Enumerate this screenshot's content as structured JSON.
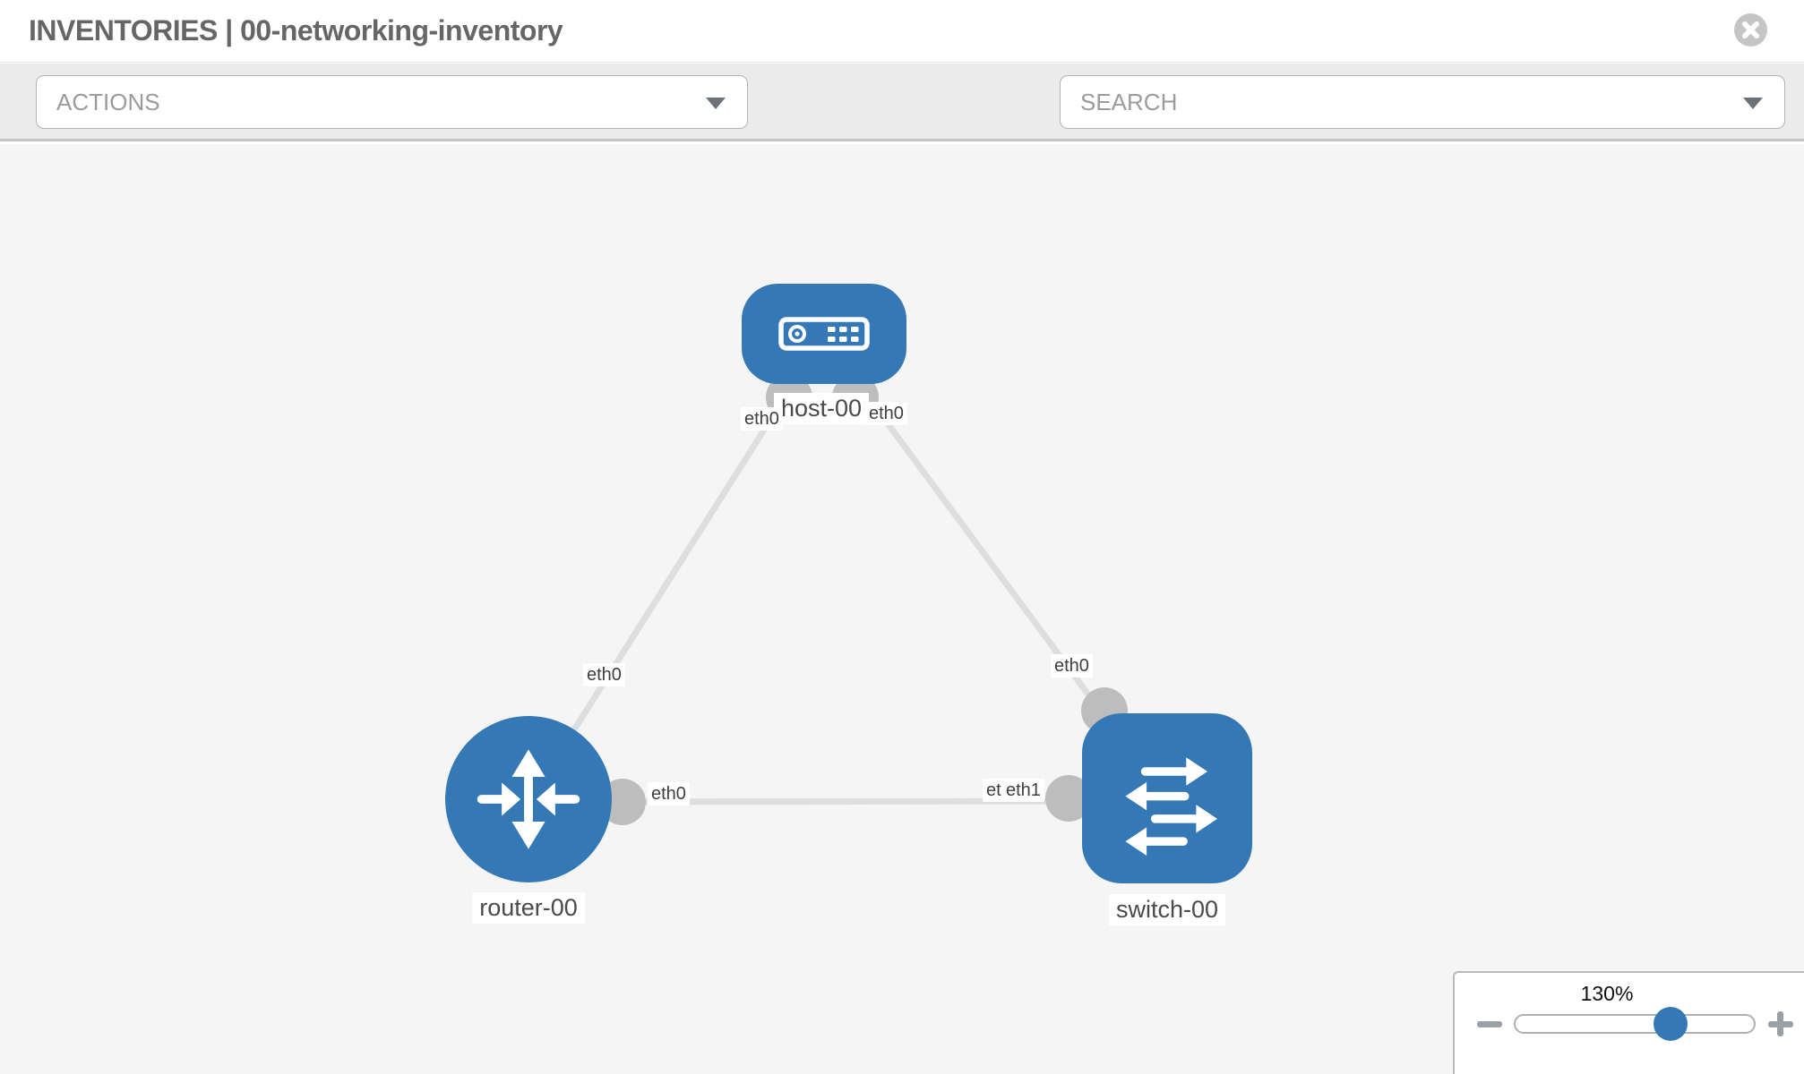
{
  "header": {
    "title": "INVENTORIES | 00-networking-inventory",
    "close_icon": "x-circle"
  },
  "toolbar": {
    "actions_label": "ACTIONS",
    "search_label": "SEARCH",
    "icons": [
      "wrench",
      "key"
    ]
  },
  "topology": {
    "nodes": [
      {
        "label": "host-00",
        "type": "host",
        "icon": "server-icon"
      },
      {
        "label": "router-00",
        "type": "router",
        "icon": "router-arrows-icon"
      },
      {
        "label": "switch-00",
        "type": "switch",
        "icon": "switch-arrows-icon"
      }
    ],
    "links": [
      {
        "from": "router-00",
        "to": "host-00",
        "from_port": "eth0",
        "to_port": "eth0"
      },
      {
        "from": "host-00",
        "to": "switch-00",
        "from_port": "eth0",
        "to_port": "eth0"
      },
      {
        "from": "router-00",
        "to": "switch-00",
        "from_port": "eth0",
        "to_port": "eth1"
      }
    ],
    "port_labels": [
      {
        "text": "eth0"
      },
      {
        "text": "eth0"
      },
      {
        "text": "eth0"
      },
      {
        "text": "eth0"
      },
      {
        "text": "eth0"
      },
      {
        "text": "eth0"
      },
      {
        "text": "eth1"
      }
    ]
  },
  "zoom_control": {
    "level": "130%"
  },
  "colors": {
    "node_blue": "#3478b6",
    "edge_gray": "#dedede",
    "port_circle_gray": "#bdbdbd",
    "toolbar_bg": "#ebebeb",
    "canvas_bg": "#f5f5f6"
  }
}
